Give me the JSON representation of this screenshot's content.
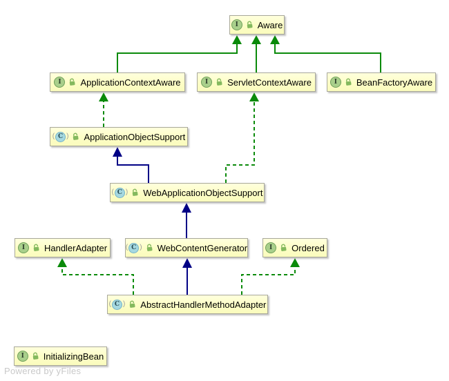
{
  "watermark": "Powered by yFiles",
  "icons": {
    "interface_glyph": "I",
    "class_glyph": "C",
    "paren_open": "(",
    "paren_close": ")"
  },
  "colors": {
    "node_fill": "#fdfec6",
    "node_border": "#a8a89a",
    "interface_badge": "#a9cf8b",
    "class_badge": "#a5d8e0",
    "visibility_lock": "#84b95e",
    "edge_green": "#0a8a0a",
    "edge_navy": "#000085",
    "watermark_gray": "#c9c9c9"
  },
  "nodes": {
    "aware": {
      "label": "Aware",
      "kind": "interface",
      "visibility": "public"
    },
    "application_context_aware": {
      "label": "ApplicationContextAware",
      "kind": "interface",
      "visibility": "public"
    },
    "servlet_context_aware": {
      "label": "ServletContextAware",
      "kind": "interface",
      "visibility": "public"
    },
    "bean_factory_aware": {
      "label": "BeanFactoryAware",
      "kind": "interface",
      "visibility": "public"
    },
    "application_object_support": {
      "label": "ApplicationObjectSupport",
      "kind": "class",
      "visibility": "public"
    },
    "web_application_object_support": {
      "label": "WebApplicationObjectSupport",
      "kind": "class",
      "visibility": "public"
    },
    "handler_adapter": {
      "label": "HandlerAdapter",
      "kind": "interface",
      "visibility": "public"
    },
    "web_content_generator": {
      "label": "WebContentGenerator",
      "kind": "class",
      "visibility": "public"
    },
    "ordered": {
      "label": "Ordered",
      "kind": "interface",
      "visibility": "public"
    },
    "abstract_handler_method_adapter": {
      "label": "AbstractHandlerMethodAdapter",
      "kind": "class",
      "visibility": "public"
    },
    "initializing_bean": {
      "label": "InitializingBean",
      "kind": "interface",
      "visibility": "public"
    }
  },
  "edges": [
    {
      "from": "ApplicationContextAware",
      "to": "Aware",
      "relation": "extends",
      "style": "solid-green"
    },
    {
      "from": "ServletContextAware",
      "to": "Aware",
      "relation": "extends",
      "style": "solid-green"
    },
    {
      "from": "BeanFactoryAware",
      "to": "Aware",
      "relation": "extends",
      "style": "solid-green"
    },
    {
      "from": "ApplicationObjectSupport",
      "to": "ApplicationContextAware",
      "relation": "implements",
      "style": "dashed-green"
    },
    {
      "from": "WebApplicationObjectSupport",
      "to": "ApplicationObjectSupport",
      "relation": "extends",
      "style": "solid-navy"
    },
    {
      "from": "WebApplicationObjectSupport",
      "to": "ServletContextAware",
      "relation": "implements",
      "style": "dashed-green"
    },
    {
      "from": "WebContentGenerator",
      "to": "WebApplicationObjectSupport",
      "relation": "extends",
      "style": "solid-navy"
    },
    {
      "from": "AbstractHandlerMethodAdapter",
      "to": "WebContentGenerator",
      "relation": "extends",
      "style": "solid-navy"
    },
    {
      "from": "AbstractHandlerMethodAdapter",
      "to": "HandlerAdapter",
      "relation": "implements",
      "style": "dashed-green"
    },
    {
      "from": "AbstractHandlerMethodAdapter",
      "to": "Ordered",
      "relation": "implements",
      "style": "dashed-green"
    }
  ]
}
